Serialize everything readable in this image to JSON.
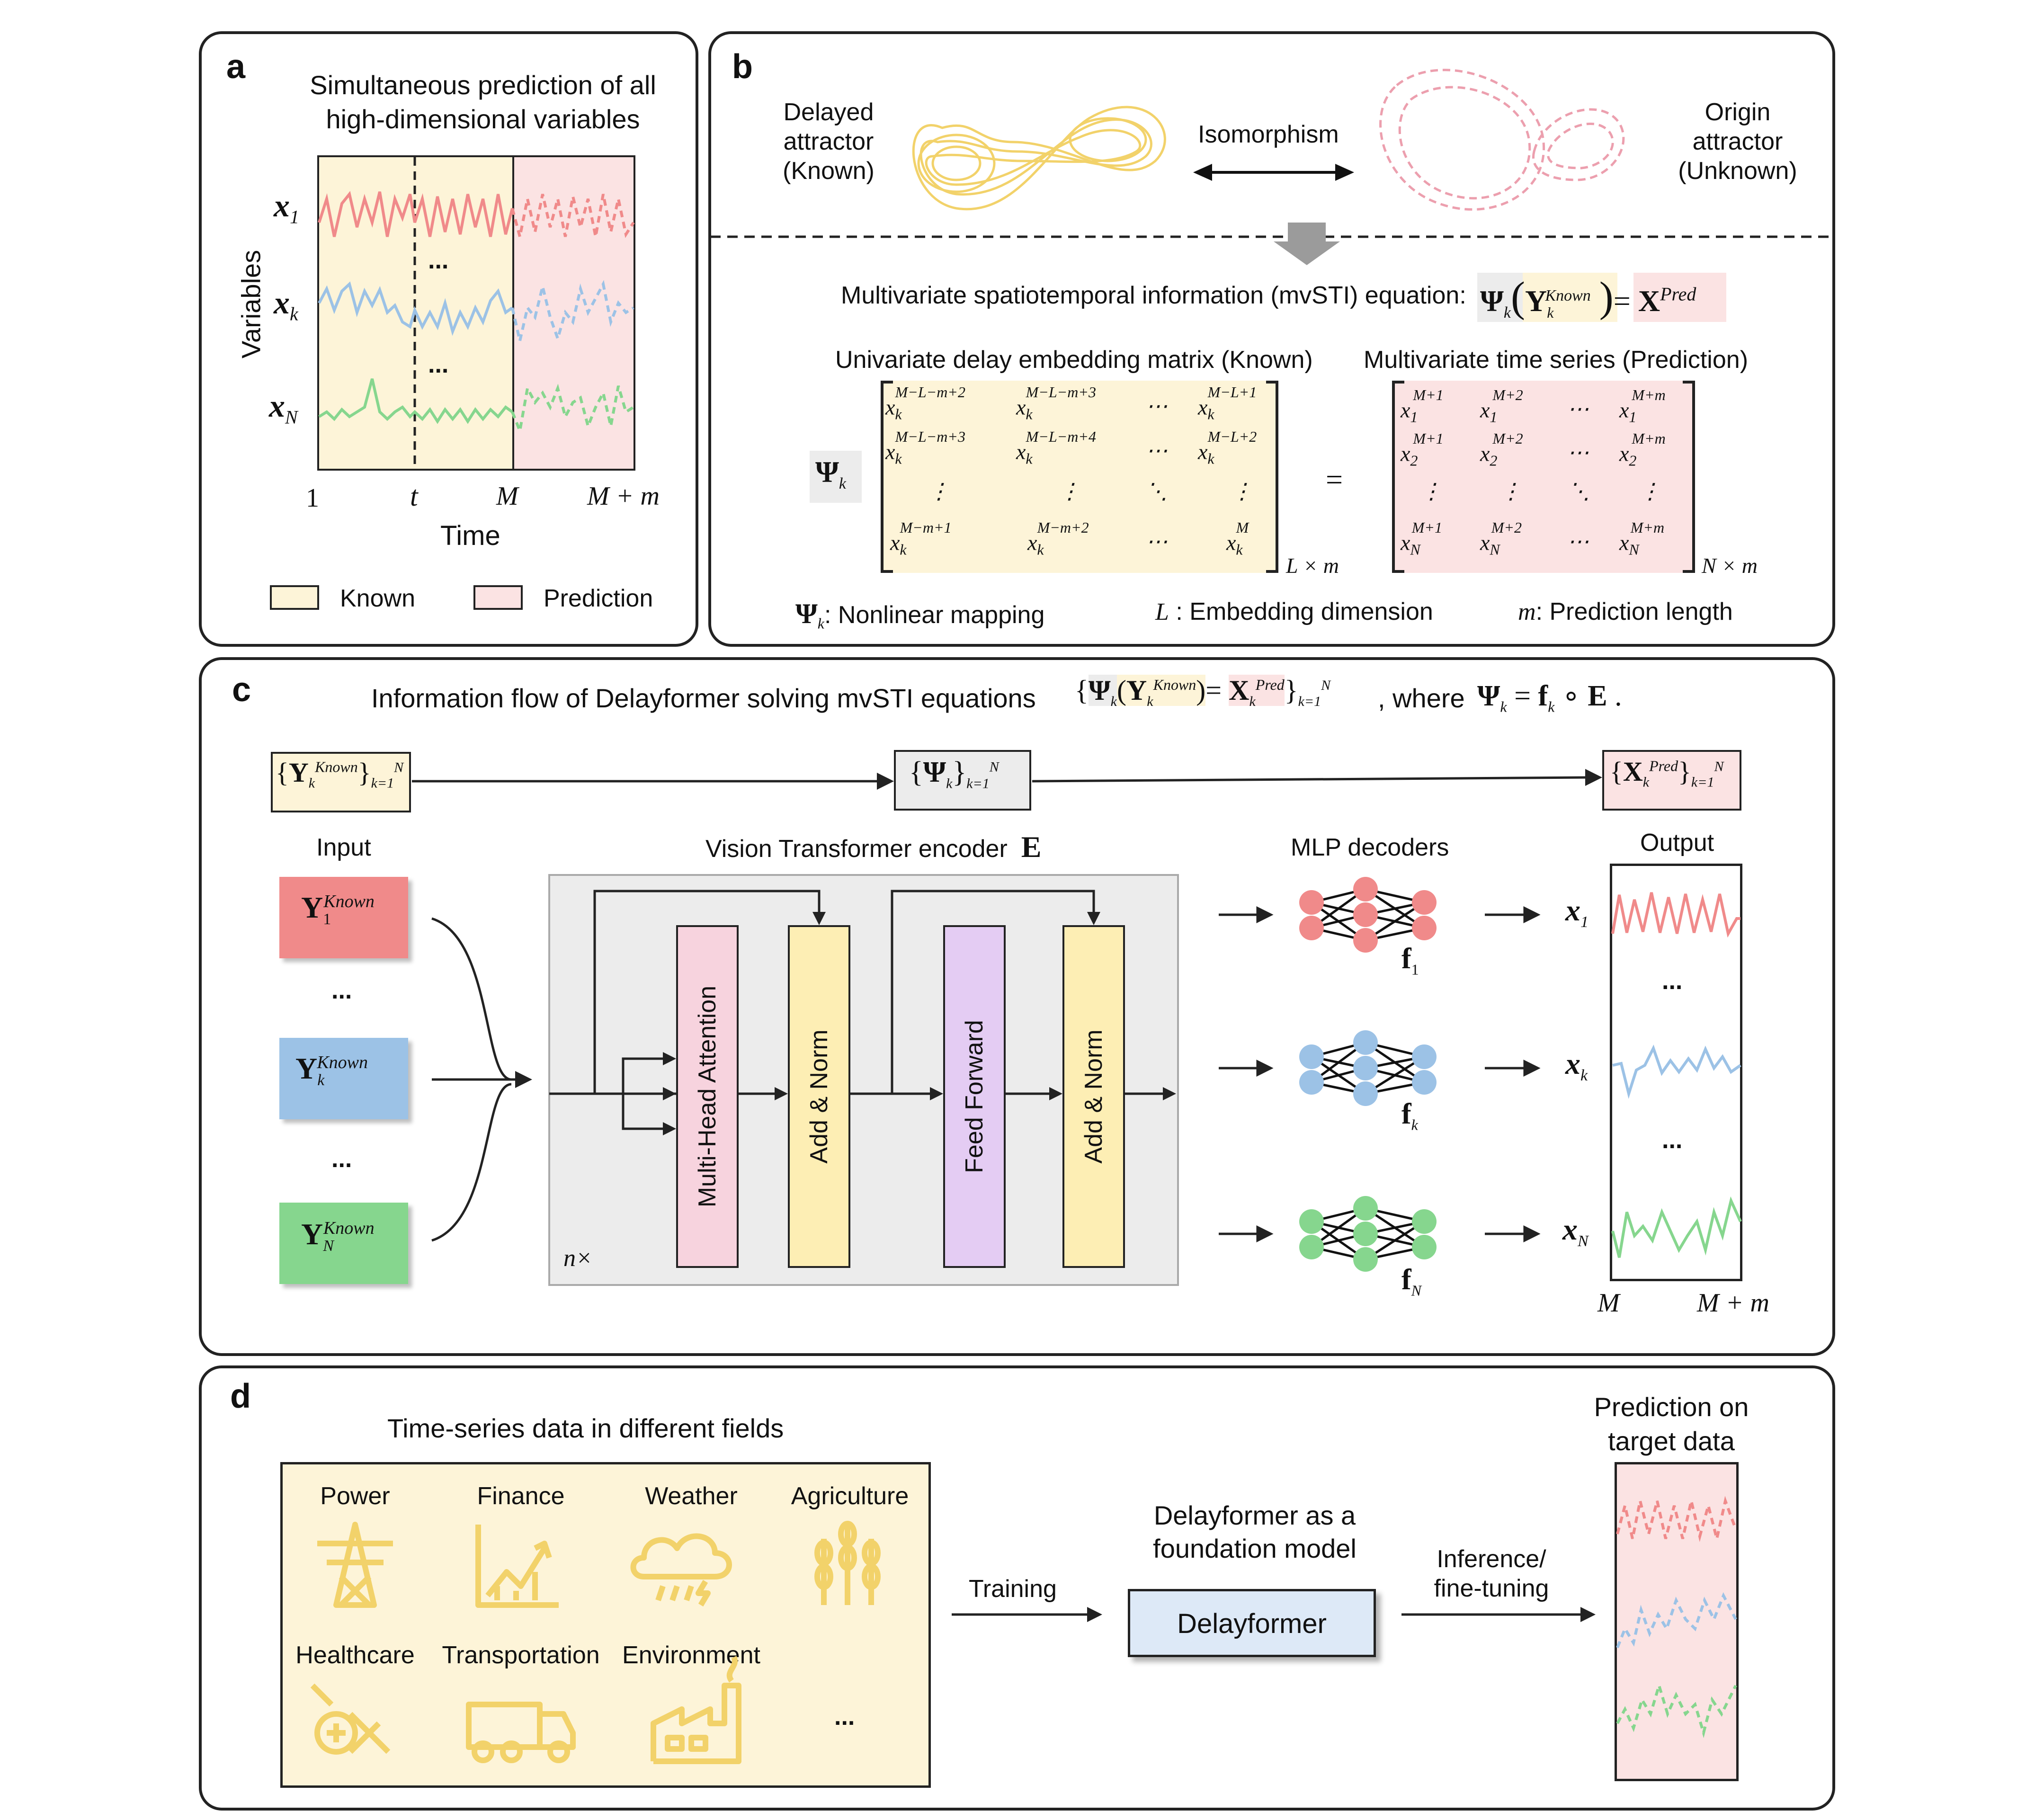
{
  "panel_a": {
    "label": "a",
    "title": "Simultaneous prediction of all high-dimensional variables",
    "ylabel": "Variables",
    "xlabel": "Time",
    "row_labels": [
      "x",
      "x",
      "x"
    ],
    "row_subs": [
      "1",
      "k",
      "N"
    ],
    "dots": "...",
    "ticks": [
      "1",
      "t",
      "M",
      "M + m"
    ],
    "legend_known": "Known",
    "legend_pred": "Prediction"
  },
  "panel_b": {
    "label": "b",
    "delayed": "Delayed attractor (Known)",
    "origin": "Origin attractor (Unknown)",
    "isomorphism": "Isomorphism",
    "equation_text": "Multivariate spatiotemporal information (mvSTI) equation:",
    "left_header": "Univariate delay embedding matrix (Known)",
    "right_header": "Multivariate time series (Prediction)",
    "left_dim": "L × m",
    "right_dim": "N × m",
    "def1": ": Nonlinear mapping",
    "def2": ": Embedding dimension",
    "def3": ": Prediction length",
    "def2_sym": "L",
    "def3_sym": "m"
  },
  "panel_c": {
    "label": "c",
    "title": "Information flow of Delayformer solving mvSTI equations",
    "where": ", where",
    "input": "Input",
    "encoder": "Vision Transformer encoder",
    "encoder_sym": "E",
    "decoders": "MLP decoders",
    "output": "Output",
    "blocks": [
      "Multi-Head Attention",
      "Add & Norm",
      "Feed Forward",
      "Add & Norm"
    ],
    "repeat": "n×",
    "dots": "...",
    "out_ticks": [
      "M",
      "M + m"
    ]
  },
  "panel_d": {
    "label": "d",
    "title": "Time-series data in different fields",
    "fields": [
      "Power",
      "Finance",
      "Weather",
      "Agriculture",
      "Healthcare",
      "Transportation",
      "Environment"
    ],
    "more": "...",
    "training": "Training",
    "foundation": "Delayformer as a foundation model",
    "model": "Delayformer",
    "inference": "Inference/ fine-tuning",
    "prediction": "Prediction on target data"
  },
  "colors": {
    "known": "#fdf4d8",
    "prediction": "#fbe3e3",
    "red": "#f08a8a",
    "blue": "#9cc2e6",
    "green": "#86d68e",
    "yellow": "#f2d26a",
    "purple": "#e4ccf3",
    "pink": "#f7d3de"
  },
  "icons": [
    "power-tower-icon",
    "finance-chart-icon",
    "weather-cloud-icon",
    "wheat-icon",
    "healthcare-icon",
    "truck-icon",
    "factory-icon"
  ]
}
